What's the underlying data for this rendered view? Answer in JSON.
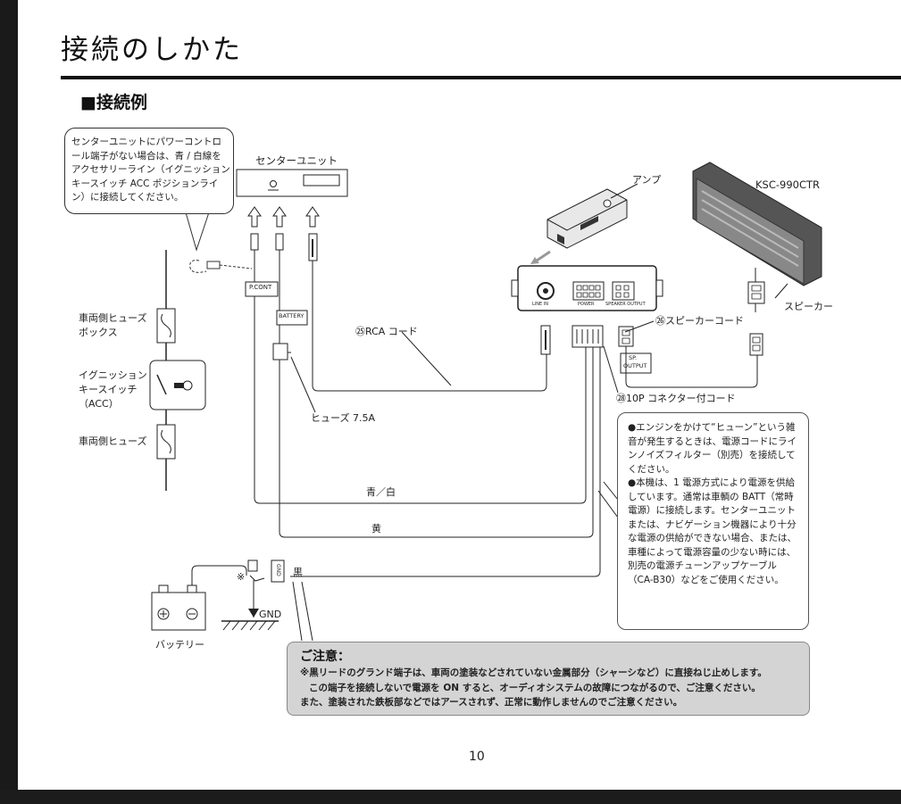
{
  "page": {
    "title": "接続のしかた",
    "section": "■接続例",
    "page_number": "10"
  },
  "callout": {
    "text": "センターユニットにパワーコントロール端子がない場合は、青 / 白線をアクセサリーライン（イグニッションキースイッチ ACC ポジションライン）に接続してください。"
  },
  "labels": {
    "center_unit": "センターユニット",
    "amp": "アンプ",
    "ksc": "KSC-990CTR",
    "speaker": "スピーカー",
    "speaker_cord": "㉖スピーカーコード",
    "rca_cord": "㉕RCA コード",
    "connector_cord": "㉘10P コネクター付コード",
    "fuse": "ヒューズ 7.5A",
    "pcont": "P.CONT",
    "battery_tag": "BATTERY",
    "sp_output_1": "SP.",
    "sp_output_2": "OUTPUT",
    "fuse_box_1": "車両側ヒューズ",
    "fuse_box_2": "ボックス",
    "ignition_1": "イグニッション",
    "ignition_2": "キースイッチ",
    "ignition_3": "（ACC）",
    "vehicle_fuse": "車両側ヒューズ",
    "wire_blue_white": "青／白",
    "wire_yellow": "黄",
    "wire_black": "黒",
    "gnd": "GND",
    "gnd_tag": "GND",
    "battery": "バッテリー",
    "asterisk": "※",
    "amp_port_1": "LINE IN",
    "amp_port_2": "POWER",
    "amp_port_3": "SPEAKER OUTPUT"
  },
  "notes": [
    "●エンジンをかけて“ヒューン”という雑音が発生するときは、電源コードにラインノイズフィルター（別売）を接続してください。",
    "●本機は、1 電源方式により電源を供給しています。通常は車輌の BATT（常時電源）に接続します。センターユニットまたは、ナビゲーション機器により十分な電源の供給ができない場合、または、車種によって電源容量の少ない時には、別売の電源チューンアップケーブル（CA-B30）などをご使用ください。"
  ],
  "caution": {
    "title": "ご注意：",
    "line1": "※黒リードのグランド端子は、車両の塗装などされていない金属部分（シャーシなど）に直接ねじ止めします。",
    "line2": "この端子を接続しないで電源を ON すると、オーディオシステムの故障につながるので、ご注意ください。",
    "line3": "また、塗装された鉄板部などではアースされず、正常に動作しませんのでご注意ください。"
  }
}
